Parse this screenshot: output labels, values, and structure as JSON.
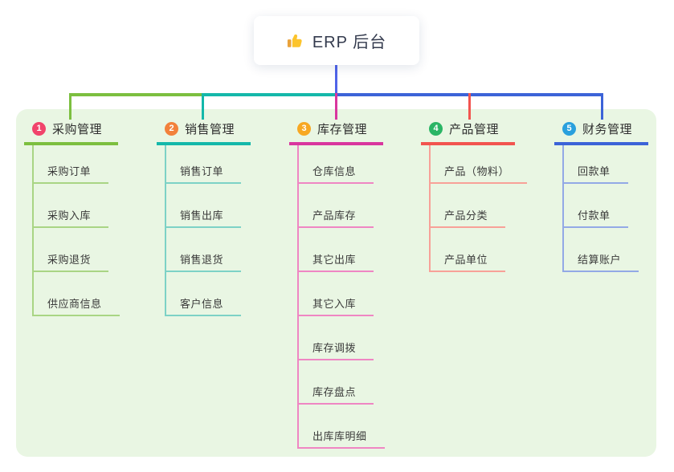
{
  "root": {
    "title": "ERP 后台",
    "icon": "thumbs-up-icon"
  },
  "colors": {
    "canvas_bg": "#ffffff",
    "panel_bg": "#e9f6e3",
    "root_drop_line": "#5064e8",
    "root_text": "#333a4d"
  },
  "branches": [
    {
      "badge": "1",
      "title": "采购管理",
      "badge_color": "#f1446b",
      "line_color": "#7cbf3f",
      "light_color": "#a9d584",
      "children": [
        "采购订单",
        "采购入库",
        "采购退货",
        "供应商信息"
      ]
    },
    {
      "badge": "2",
      "title": "销售管理",
      "badge_color": "#f2813b",
      "line_color": "#14b8aa",
      "light_color": "#7dd2c6",
      "children": [
        "销售订单",
        "销售出库",
        "销售退货",
        "客户信息"
      ]
    },
    {
      "badge": "3",
      "title": "库存管理",
      "badge_color": "#f7a823",
      "line_color": "#d9369e",
      "light_color": "#ef86c3",
      "children": [
        "仓库信息",
        "产品库存",
        "其它出库",
        "其它入库",
        "库存调拨",
        "库存盘点",
        "出库库明细"
      ]
    },
    {
      "badge": "4",
      "title": "产品管理",
      "badge_color": "#2ab565",
      "line_color": "#f2544f",
      "light_color": "#f8a198",
      "children": [
        "产品（物料）",
        "产品分类",
        "产品单位"
      ]
    },
    {
      "badge": "5",
      "title": "财务管理",
      "badge_color": "#2aa0dd",
      "line_color": "#3c63d8",
      "light_color": "#93a9e6",
      "children": [
        "回款单",
        "付款单",
        "结算账户"
      ]
    }
  ]
}
